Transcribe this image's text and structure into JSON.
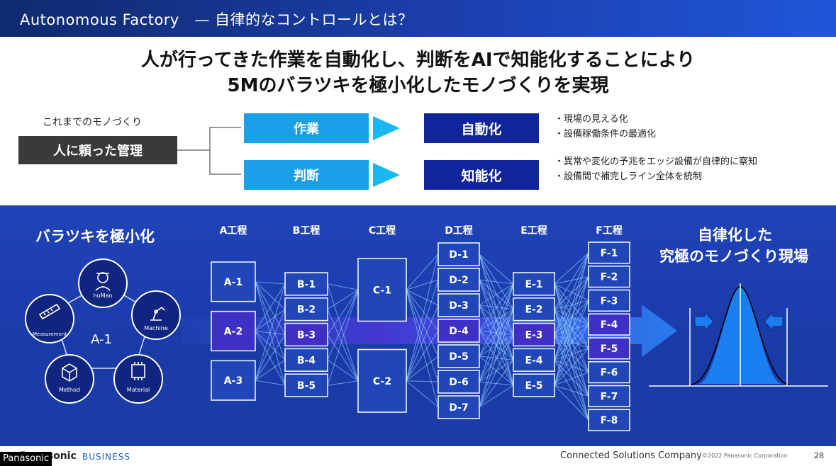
{
  "header": {
    "title": "Autonomous Factory　— 自律的なコントロールとは？"
  },
  "headline": {
    "line1": "人が行ってきた作業を自動化し、判断をAIで知能化することにより",
    "line2": "5Mのバラツキを極小化したモノづくりを実現"
  },
  "flow": {
    "previous_label": "これまでのモノづくり",
    "previous_box": "人に頼った管理",
    "rows": [
      {
        "task": "作業",
        "result": "自動化",
        "bullets": [
          "現場の見える化",
          "設備稼働条件の最適化"
        ]
      },
      {
        "task": "判断",
        "result": "知能化",
        "bullets": [
          "異常や変化の予兆をエッジ設備が自律的に察知",
          "設備間で補完しライン全体を統制"
        ]
      }
    ]
  },
  "panel": {
    "left_title": "バラツキを極小化",
    "center_label": "A-1",
    "m_items": [
      "huMan",
      "Machine",
      "Material",
      "Method",
      "Measurement"
    ],
    "right_title_line1": "自律化した",
    "right_title_line2": "究極のモノづくり現場",
    "processes": [
      {
        "label": "A工程",
        "nodes": [
          "A-1",
          "A-2",
          "A-3"
        ],
        "highlight": 1
      },
      {
        "label": "B工程",
        "nodes": [
          "B-1",
          "B-2",
          "B-3",
          "B-4",
          "B-5"
        ],
        "highlight": 2
      },
      {
        "label": "C工程",
        "nodes": [
          "C-1",
          "C-2"
        ],
        "highlight": -1
      },
      {
        "label": "D工程",
        "nodes": [
          "D-1",
          "D-2",
          "D-3",
          "D-4",
          "D-5",
          "D-6",
          "D-7"
        ],
        "highlight": 3
      },
      {
        "label": "E工程",
        "nodes": [
          "E-1",
          "E-2",
          "E-3",
          "E-4",
          "E-5"
        ],
        "highlight": 2
      },
      {
        "label": "F工程",
        "nodes": [
          "F-1",
          "F-2",
          "F-3",
          "F-4",
          "F-5",
          "F-6",
          "F-7",
          "F-8"
        ],
        "highlight": [
          3,
          4
        ]
      }
    ]
  },
  "footer": {
    "brand": "Panasonic",
    "business": "BUSINESS",
    "company": "Connected Solutions Company",
    "copyright": "©2022 Panasonic Corporation",
    "page": "28"
  },
  "watermark": "Panasonic",
  "colors": {
    "header": "#1c3fae",
    "panel": "#1f43b5",
    "task": "#1aa0e8",
    "result": "#10249c",
    "arrow": "#1ab8f0"
  }
}
